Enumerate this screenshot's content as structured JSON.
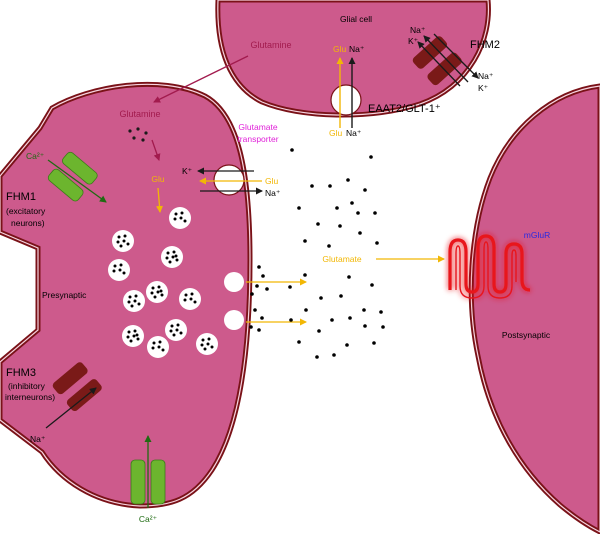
{
  "labels": {
    "glial_cell": "Glial cell",
    "glutamine_glial": "Glutamine",
    "glutamine_pre": "Glutamine",
    "glu_glial": "Glu",
    "na_glial_top": "Na⁺",
    "glu_glial_bottom": "Glu",
    "na_glial_bottom": "Na⁺",
    "eaat": "EAAT2/GLT-1⁺",
    "fhm2": "FHM2",
    "fhm2_na_in": "Na⁺",
    "fhm2_k_in": "K⁺",
    "fhm2_na_out": "Na⁺",
    "fhm2_k_out": "K⁺",
    "glutamate_transporter_1": "Glutamate",
    "glutamate_transporter_2": "transporter",
    "k_transporter": "K⁺",
    "glu_transporter": "Glu",
    "na_transporter": "Na⁺",
    "glu_pre": "Glu",
    "ca_top": "Ca²⁺",
    "fhm1": "FHM1",
    "fhm1_sub1": "(excitatory",
    "fhm1_sub2": "neurons)",
    "presynaptic": "Presynaptic",
    "fhm3": "FHM3",
    "fhm3_sub1": "(inhibitory",
    "fhm3_sub2": "interneurons)",
    "na_fhm3": "Na⁺",
    "ca_bottom": "Ca²⁺",
    "glutamate_cleft": "Glutamate",
    "mglur": "mGluR",
    "postsynaptic": "Postsynaptic"
  },
  "colors": {
    "cell_fill": "#cd5a8c",
    "cell_border": "#7a1218",
    "ion_channel": "#7a1a18",
    "calcium_channel": "#6cb52e",
    "glutamate": "#f2b705",
    "glutamine": "#a21b4e",
    "transporter_text": "#e020d8",
    "mglur": "#e8141b",
    "mglur_label": "#2a2ae0",
    "calcium_text": "#1f6b12"
  }
}
